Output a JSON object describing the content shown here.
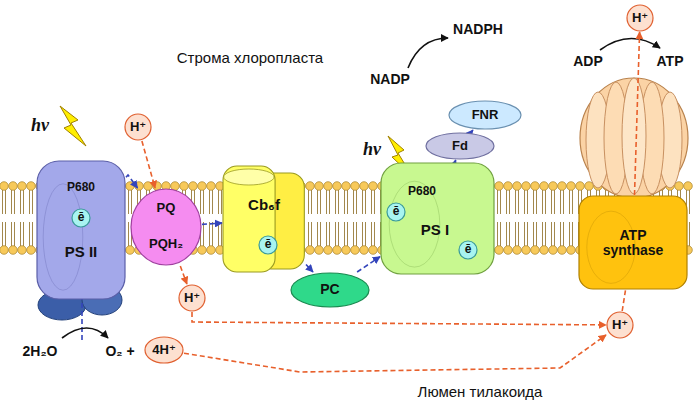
{
  "diagram": {
    "nodes": [
      {
        "text": [
          "P680",
          "PS II"
        ]
      },
      {
        "text": [
          "ē"
        ],
        "in": 0
      },
      {
        "text": [
          "PQ",
          "PQH₂"
        ]
      },
      {
        "text": [
          "Cb₆f"
        ]
      },
      {
        "text": [
          "ē"
        ],
        "in": 3
      },
      {
        "text": [
          "PC"
        ]
      },
      {
        "text": [
          "P680",
          "PS I"
        ]
      },
      {
        "text": [
          "ē"
        ],
        "in": 6
      },
      {
        "text": [
          "ē"
        ],
        "in": 6
      },
      {
        "text": [
          "Fd"
        ]
      },
      {
        "text": [
          "FNR"
        ]
      },
      {
        "text": [
          "ATP synthase"
        ]
      },
      {
        "text": [
          "H⁺"
        ]
      },
      {
        "text": [
          "H⁺"
        ]
      },
      {
        "text": [
          "4H⁺"
        ]
      },
      {
        "text": [
          "H⁺"
        ]
      },
      {
        "text": [
          "H⁺"
        ]
      }
    ],
    "edges": [
      {
        "from": 12,
        "to": 2,
        "arrow": "to"
      },
      {
        "from": 2,
        "to": 13,
        "arrow": "to"
      },
      {
        "from": 13,
        "to": 15,
        "arrow": "to"
      },
      {
        "from": 14,
        "to": 15,
        "arrow": "to"
      },
      {
        "from": 15,
        "to": 11,
        "arrow": "none"
      },
      {
        "from": 11,
        "to": 16,
        "arrow": "to"
      },
      {
        "from": 0,
        "to": 2,
        "arrow": "to"
      },
      {
        "from": 2,
        "to": 3,
        "arrow": "to"
      },
      {
        "from": 3,
        "to": 5,
        "arrow": "to"
      },
      {
        "from": 5,
        "to": 6,
        "arrow": "to"
      },
      {
        "from": 6,
        "to": 9,
        "arrow": "to"
      },
      {
        "from": 9,
        "to": 10,
        "arrow": "to"
      }
    ],
    "labels": [
      "Строма хлоропласта",
      "Люмен тилакоида",
      "hν",
      "hν",
      "NADP",
      "NADPH",
      "ADP",
      "ATP",
      "2H₂O",
      "O₂ +"
    ]
  }
}
